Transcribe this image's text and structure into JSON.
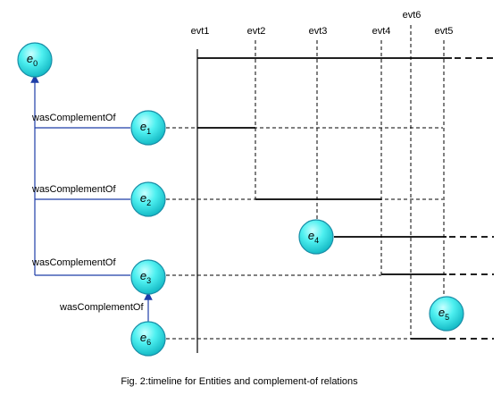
{
  "events": [
    "evt1",
    "evt2",
    "evt3",
    "evt4",
    "evt6",
    "evt5"
  ],
  "entities": [
    {
      "id": "e0",
      "base": "e",
      "sub": "0"
    },
    {
      "id": "e1",
      "base": "e",
      "sub": "1"
    },
    {
      "id": "e2",
      "base": "e",
      "sub": "2"
    },
    {
      "id": "e3",
      "base": "e",
      "sub": "3"
    },
    {
      "id": "e4",
      "base": "e",
      "sub": "4"
    },
    {
      "id": "e5",
      "base": "e",
      "sub": "5"
    },
    {
      "id": "e6",
      "base": "e",
      "sub": "6"
    }
  ],
  "relations": [
    {
      "from": "e1",
      "to": "e0",
      "label": "wasComplementOf"
    },
    {
      "from": "e2",
      "to": "e0",
      "label": "wasComplementOf"
    },
    {
      "from": "e3",
      "to": "e0",
      "label": "wasComplementOf"
    },
    {
      "from": "e6",
      "to": "e3",
      "label": "wasComplementOf"
    }
  ],
  "caption": "Fig. 2:timeline for Entities and complement-of relations",
  "colors": {
    "node_fill": "#30e0e0",
    "node_stroke": "#1a8fa8",
    "relation_line": "#1e3ea8"
  }
}
